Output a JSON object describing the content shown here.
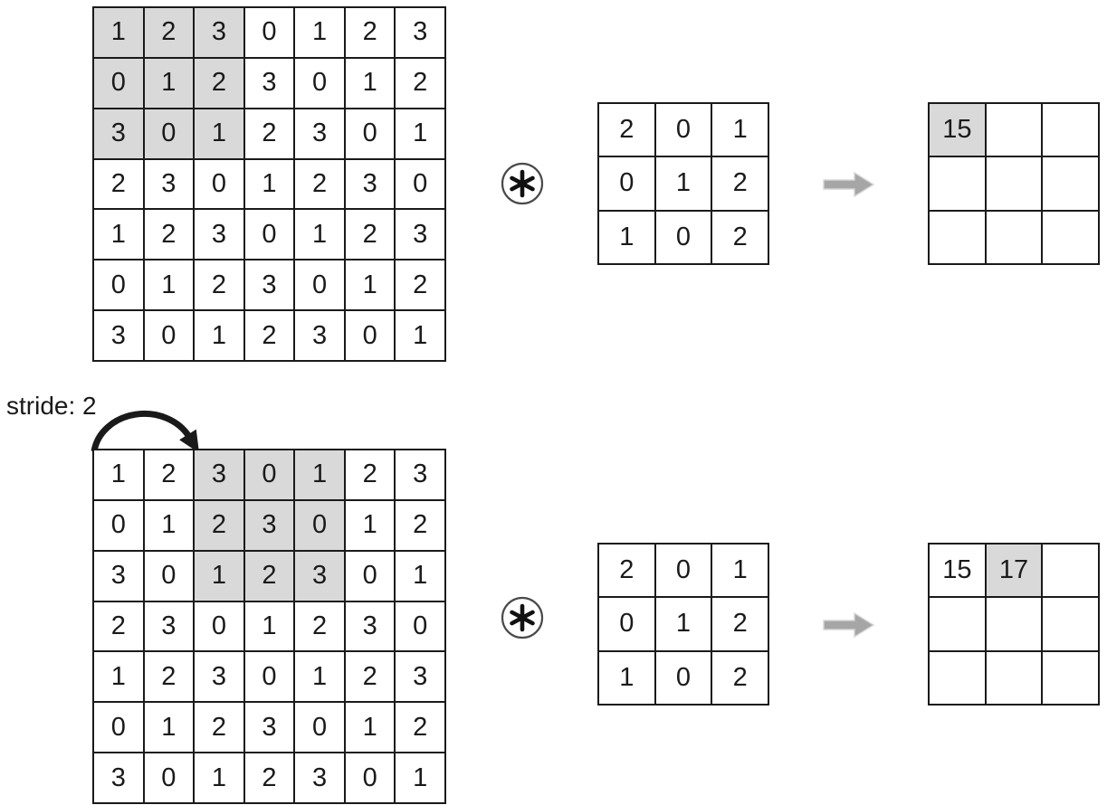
{
  "labels": {
    "stride": "stride: 2"
  },
  "operator": {
    "icon": "asterisk-in-circle",
    "symbol": "*"
  },
  "icons": {
    "result_arrow": "right-block-arrow",
    "stride_hop": "curved-hop-arrow"
  },
  "colors": {
    "highlight": "#d9d9d9",
    "grid_line": "#1a1a1a",
    "text": "#1a1a1a",
    "block_arrow": "#a6a6a6",
    "block_arrow_outline": "#d6d6d6",
    "curve_arrow": "#1a1a1a",
    "circle_stroke": "#4a4a4a"
  },
  "conv_step1": {
    "input_matrix": {
      "values": [
        [
          1,
          2,
          3,
          0,
          1,
          2,
          3
        ],
        [
          0,
          1,
          2,
          3,
          0,
          1,
          2
        ],
        [
          3,
          0,
          1,
          2,
          3,
          0,
          1
        ],
        [
          2,
          3,
          0,
          1,
          2,
          3,
          0
        ],
        [
          1,
          2,
          3,
          0,
          1,
          2,
          3
        ],
        [
          0,
          1,
          2,
          3,
          0,
          1,
          2
        ],
        [
          3,
          0,
          1,
          2,
          3,
          0,
          1
        ]
      ],
      "highlight": {
        "rows": [
          0,
          2
        ],
        "cols": [
          0,
          2
        ]
      }
    },
    "kernel": {
      "values": [
        [
          2,
          0,
          1
        ],
        [
          0,
          1,
          2
        ],
        [
          1,
          0,
          2
        ]
      ],
      "highlight": null
    },
    "output_matrix": {
      "values": [
        [
          "15",
          "",
          ""
        ],
        [
          "",
          "",
          ""
        ],
        [
          "",
          "",
          ""
        ]
      ],
      "highlight": {
        "rows": [
          0,
          0
        ],
        "cols": [
          0,
          0
        ]
      }
    }
  },
  "conv_step2": {
    "input_matrix": {
      "values": [
        [
          1,
          2,
          3,
          0,
          1,
          2,
          3
        ],
        [
          0,
          1,
          2,
          3,
          0,
          1,
          2
        ],
        [
          3,
          0,
          1,
          2,
          3,
          0,
          1
        ],
        [
          2,
          3,
          0,
          1,
          2,
          3,
          0
        ],
        [
          1,
          2,
          3,
          0,
          1,
          2,
          3
        ],
        [
          0,
          1,
          2,
          3,
          0,
          1,
          2
        ],
        [
          3,
          0,
          1,
          2,
          3,
          0,
          1
        ]
      ],
      "highlight": {
        "rows": [
          0,
          2
        ],
        "cols": [
          2,
          4
        ]
      }
    },
    "kernel": {
      "values": [
        [
          2,
          0,
          1
        ],
        [
          0,
          1,
          2
        ],
        [
          1,
          0,
          2
        ]
      ],
      "highlight": null
    },
    "output_matrix": {
      "values": [
        [
          "15",
          "17",
          ""
        ],
        [
          "",
          "",
          ""
        ],
        [
          "",
          "",
          ""
        ]
      ],
      "highlight": {
        "rows": [
          0,
          0
        ],
        "cols": [
          1,
          1
        ]
      }
    }
  }
}
